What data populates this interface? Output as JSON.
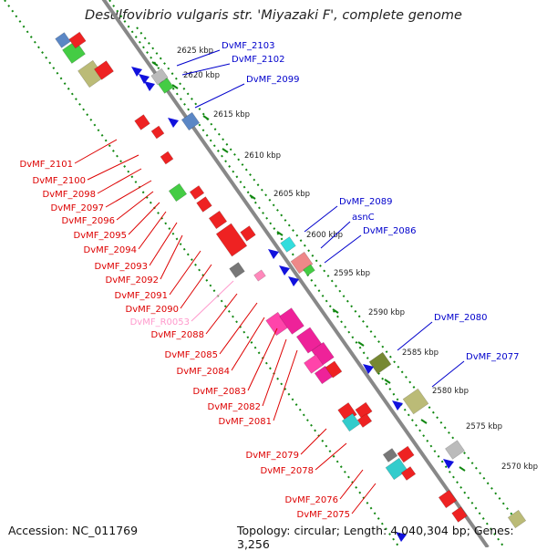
{
  "title": "Desulfovibrio vulgaris str. 'Miyazaki F', complete genome",
  "footer": {
    "accession": "Accession: NC_011769",
    "topology": "Topology: circular; Length: 4,040,304 bp; Genes: 3,256"
  },
  "colors": {
    "backbone": "#888888",
    "forward_label": "#0000cc",
    "reverse_label": "#dd0000",
    "rna_label": "#ff99cc",
    "tick": "#118811"
  },
  "ticks": [
    "2625 kbp",
    "2620 kbp",
    "2615 kbp",
    "2610 kbp",
    "2605 kbp",
    "2600 kbp",
    "2595 kbp",
    "2590 kbp",
    "2585 kbp",
    "2580 kbp",
    "2575 kbp",
    "2570 kbp"
  ],
  "forward_labels": [
    "DvMF_2103",
    "DvMF_2102",
    "DvMF_2099",
    "DvMF_2089",
    "asnC",
    "DvMF_2086",
    "DvMF_2080",
    "DvMF_2077"
  ],
  "reverse_labels": [
    "DvMF_2101",
    "DvMF_2100",
    "DvMF_2098",
    "DvMF_2097",
    "DvMF_2096",
    "DvMF_2095",
    "DvMF_2094",
    "DvMF_2093",
    "DvMF_2092",
    "DvMF_2091",
    "DvMF_2090",
    "DvMF_R0053",
    "DvMF_2088",
    "DvMF_2085",
    "DvMF_2084",
    "DvMF_2083",
    "DvMF_2082",
    "DvMF_2081",
    "DvMF_2079",
    "DvMF_2078",
    "DvMF_2076",
    "DvMF_2075"
  ]
}
